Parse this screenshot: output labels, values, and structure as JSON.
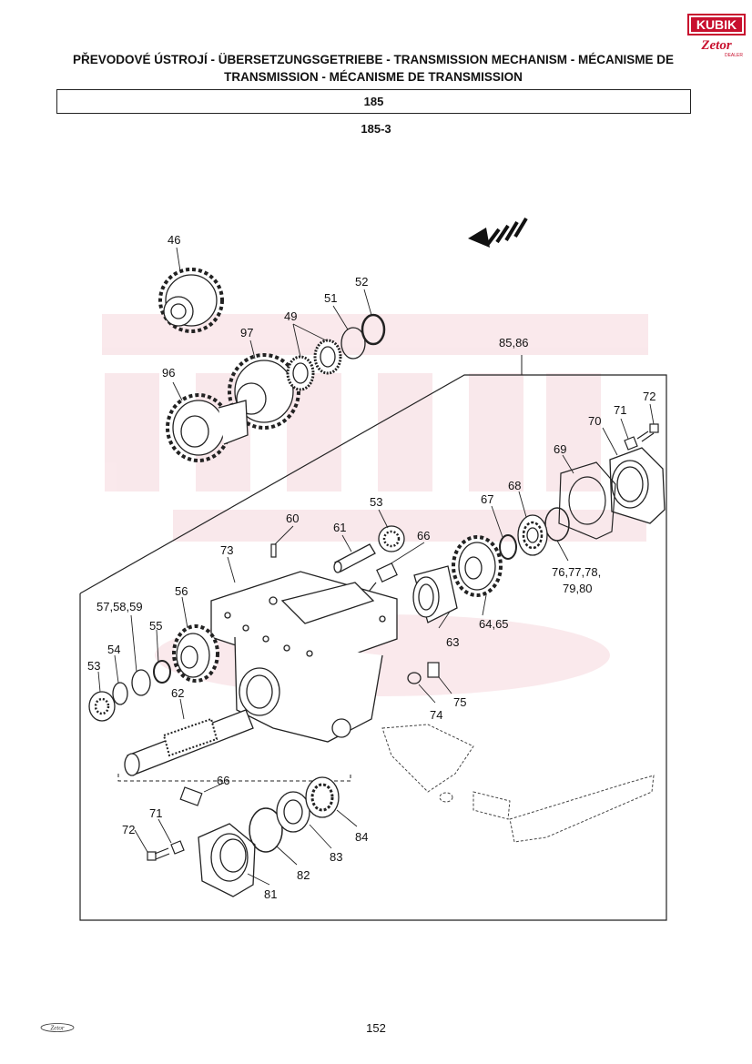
{
  "header": {
    "title_line1": "PŘEVODOVÉ ÚSTROJÍ - ÜBERSETZUNGSGETRIEBE - TRANSMISSION MECHANISM - MÉCANISME DE",
    "title_line2": "TRANSMISSION - MÉCANISME DE TRANSMISSION",
    "section": "185",
    "subsection": "185-3"
  },
  "logo": {
    "brand_top": "KUBIK",
    "brand_bottom": "Zetor",
    "brand_sub": "DEALER",
    "brand_color": "#c8102e"
  },
  "diagram": {
    "labels": {
      "p46": "46",
      "p52": "52",
      "p51": "51",
      "p49": "49",
      "p97": "97",
      "p96": "96",
      "p8586": "85,86",
      "p72a": "72",
      "p71a": "71",
      "p70": "70",
      "p69": "69",
      "p53a": "53",
      "p67": "67",
      "p68": "68",
      "p60": "60",
      "p61": "61",
      "p66a": "66",
      "p73": "73",
      "p7678a": "76,77,78,",
      "p7678b": "79,80",
      "p575859": "57,58,59",
      "p56": "56",
      "p6465": "64,65",
      "p55": "55",
      "p54": "54",
      "p53b": "53",
      "p63": "63",
      "p62": "62",
      "p74": "74",
      "p75": "75",
      "p66b": "66",
      "p71b": "71",
      "p72b": "72",
      "p84": "84",
      "p83": "83",
      "p82": "82",
      "p81": "81"
    }
  },
  "footer": {
    "page_number": "152",
    "logo_text": "Zetor"
  }
}
